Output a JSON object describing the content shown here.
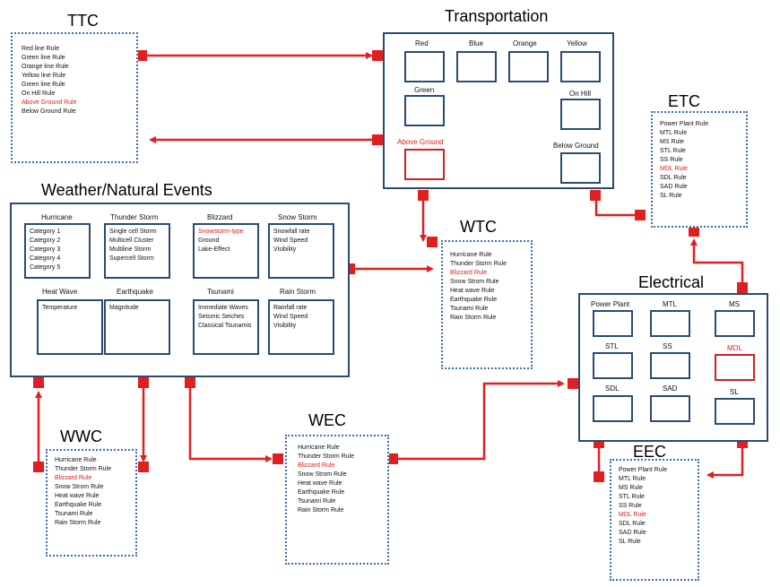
{
  "ttc": {
    "title": "TTC",
    "items": [
      "Red line Rule",
      "Green line Rule",
      "Orange line Rule",
      "Yellow line Rule",
      "Green line Rule",
      "On Hill Rule",
      "Above Ground Rule",
      "Below Ground Rule"
    ],
    "highlight": 6
  },
  "etc": {
    "title": "ETC",
    "items": [
      "Power Plant Rule",
      "MTL Rule",
      "MS Rule",
      "STL Rule",
      "SS Rule",
      "MDL Rule",
      "SDL Rule",
      "SAD Rule",
      "SL Rule"
    ],
    "highlight": 5
  },
  "wtc": {
    "title": "WTC",
    "items": [
      "Hurricane Rule",
      "Thunder Storm Rule",
      "Blizzard Rule",
      "Snow Strom Rule",
      "Heat wave Rule",
      "Earthquake Rule",
      "Tsunami Rule",
      "Rain Storm Rule"
    ],
    "highlight": 2
  },
  "wwc": {
    "title": "WWC",
    "items": [
      "Hurricane Rule",
      "Thunder Storm Rule",
      "Blizzard Rule",
      "Snow Strom Rule",
      "Heat wave Rule",
      "Earthquake Rule",
      "Tsunami Rule",
      "Rain Storm Rule"
    ],
    "highlight": 2
  },
  "wec": {
    "title": "WEC",
    "items": [
      "Hurricane Rule",
      "Thunder Storm Rule",
      "Blizzard Rule",
      "Snow Strom Rule",
      "Heat wave Rule",
      "Earthquake Rule",
      "Tsunami Rule",
      "Rain Storm Rule"
    ],
    "highlight": 2
  },
  "eec": {
    "title": "EEC",
    "items": [
      "Power Plant Rule",
      "MTL Rule",
      "MS Rule",
      "STL Rule",
      "SS Rule",
      "MDL Rule",
      "SDL Rule",
      "SAD Rule",
      "SL Rule"
    ],
    "highlight": 5
  },
  "transportation": {
    "title": "Transportation",
    "labels": {
      "red": "Red",
      "blue": "Blue",
      "orange": "Orange",
      "yellow": "Yellow",
      "green": "Green",
      "on_hill": "On Hill",
      "above_ground": "Above Ground",
      "below_ground": "Below Ground"
    }
  },
  "weather": {
    "title": "Weather/Natural Events",
    "hurricane": {
      "label": "Hurricane",
      "items": [
        "Category 1",
        "Category 2",
        "Category 3",
        "Category 4",
        "Category 5"
      ]
    },
    "thunder": {
      "label": "Thunder Storm",
      "items": [
        "Single cell Storm",
        "Multicell Cluster",
        "Multiline Storm",
        "Supercell Storm"
      ]
    },
    "blizzard": {
      "label": "Blizzard",
      "items": [
        "Snowstorm-type",
        "Ground",
        "Lake-Effect"
      ],
      "highlight": 0
    },
    "snow": {
      "label": "Snow Storm",
      "items": [
        "Snowfall rate",
        "Wind Speed",
        "Visibility"
      ]
    },
    "heat": {
      "label": "Heat Wave",
      "items": [
        "Temperature"
      ]
    },
    "earthquake": {
      "label": "Earthquake",
      "items": [
        "Magnitude"
      ]
    },
    "tsunami": {
      "label": "Tsunami",
      "items": [
        "Immediate Waves",
        "Seismic Seiches",
        "Classical Tsunamis"
      ]
    },
    "rain": {
      "label": "Rain Storm",
      "items": [
        "Rainfall rate",
        "Wind Speed",
        "Visibility"
      ]
    }
  },
  "electrical": {
    "title": "Electrical",
    "labels": {
      "power_plant": "Power Plant",
      "mtl": "MTL",
      "ms": "MS",
      "stl": "STL",
      "ss": "SS",
      "mdl": "MDL",
      "sdl": "SDL",
      "sad": "SAD",
      "sl": "SL"
    }
  },
  "colors": {
    "connector": "#e02020",
    "box_border": "#2a4a75",
    "dotted_border": "#3f6faa",
    "highlight_text": "#e02020"
  }
}
